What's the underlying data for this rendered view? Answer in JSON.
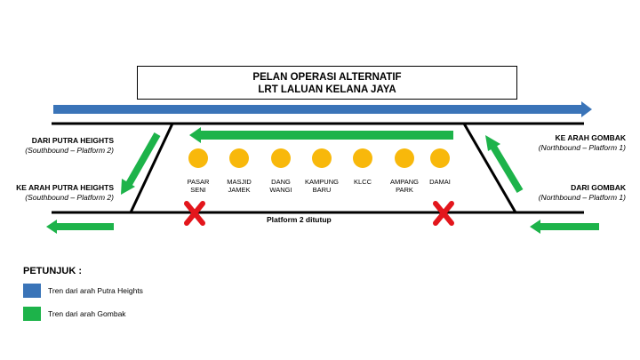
{
  "title": {
    "line1": "PELAN OPERASI ALTERNATIF",
    "line2": "LRT LALUAN KELANA JAYA"
  },
  "left_labels": {
    "from_putra": {
      "main": "DARI PUTRA HEIGHTS",
      "sub": "(Southbound – Platform 2)"
    },
    "to_putra": {
      "main": "KE ARAH PUTRA HEIGHTS",
      "sub": "(Southbound – Platform 2)"
    }
  },
  "right_labels": {
    "to_gombak": {
      "main": "KE ARAH GOMBAK",
      "sub": "(Northbound – Platform 1)"
    },
    "from_gombak": {
      "main": "DARI GOMBAK",
      "sub": "(Northbound – Platform 1)"
    }
  },
  "stations": [
    {
      "line1": "PASAR",
      "line2": "SENI"
    },
    {
      "line1": "MASJID",
      "line2": "JAMEK"
    },
    {
      "line1": "DANG",
      "line2": "WANGI"
    },
    {
      "line1": "KAMPUNG",
      "line2": "BARU"
    },
    {
      "line1": "KLCC",
      "line2": ""
    },
    {
      "line1": "AMPANG",
      "line2": "PARK"
    },
    {
      "line1": "DAMAI",
      "line2": ""
    }
  ],
  "platform_closed_label": "Platform 2 ditutup",
  "legend": {
    "title": "PETUNJUK :",
    "items": [
      {
        "label": "Tren dari arah Putra Heights",
        "color": "#3a74b8"
      },
      {
        "label": "Tren dari arah Gombak",
        "color": "#1db34a"
      }
    ]
  },
  "colors": {
    "blue": "#3a74b8",
    "green": "#1db34a",
    "station": "#f8b80b",
    "cross": "#e3161c"
  }
}
